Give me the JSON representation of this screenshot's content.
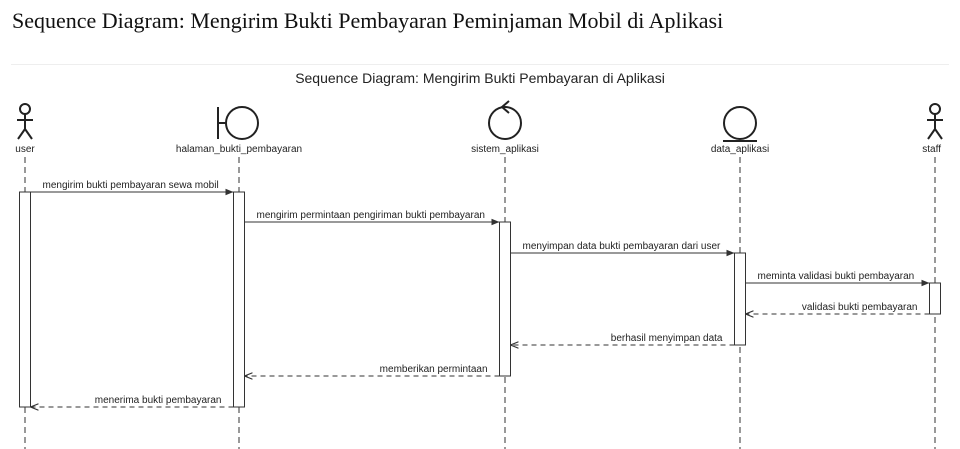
{
  "page": {
    "heading": "Sequence Diagram: Mengirim Bukti Pembayaran Peminjaman Mobil di Aplikasi"
  },
  "diagram": {
    "title": "Sequence Diagram: Mengirim Bukti Pembayaran di Aplikasi",
    "participants": [
      {
        "id": "user",
        "label": "user",
        "kind": "actor"
      },
      {
        "id": "halaman",
        "label": "halaman_bukti_pembayaran",
        "kind": "boundary"
      },
      {
        "id": "sistem",
        "label": "sistem_aplikasi",
        "kind": "control"
      },
      {
        "id": "data",
        "label": "data_aplikasi",
        "kind": "entity"
      },
      {
        "id": "staff",
        "label": "staff",
        "kind": "actor"
      }
    ],
    "messages": [
      {
        "from": "user",
        "to": "halaman",
        "label": "mengirim bukti pembayaran sewa mobil",
        "style": "solid"
      },
      {
        "from": "halaman",
        "to": "sistem",
        "label": "mengirim permintaan pengiriman bukti pembayaran",
        "style": "solid"
      },
      {
        "from": "sistem",
        "to": "data",
        "label": "menyimpan data bukti pembayaran dari user",
        "style": "solid"
      },
      {
        "from": "data",
        "to": "staff",
        "label": "meminta validasi bukti pembayaran",
        "style": "solid"
      },
      {
        "from": "staff",
        "to": "data",
        "label": "validasi bukti pembayaran",
        "style": "dashed"
      },
      {
        "from": "data",
        "to": "sistem",
        "label": "berhasil menyimpan data",
        "style": "dashed"
      },
      {
        "from": "sistem",
        "to": "halaman",
        "label": "memberikan permintaan",
        "style": "dashed"
      },
      {
        "from": "halaman",
        "to": "user",
        "label": "menerima bukti pembayaran",
        "style": "dashed"
      }
    ],
    "colors": {
      "line": "#333333",
      "text": "#222222",
      "background": "#ffffff"
    }
  }
}
